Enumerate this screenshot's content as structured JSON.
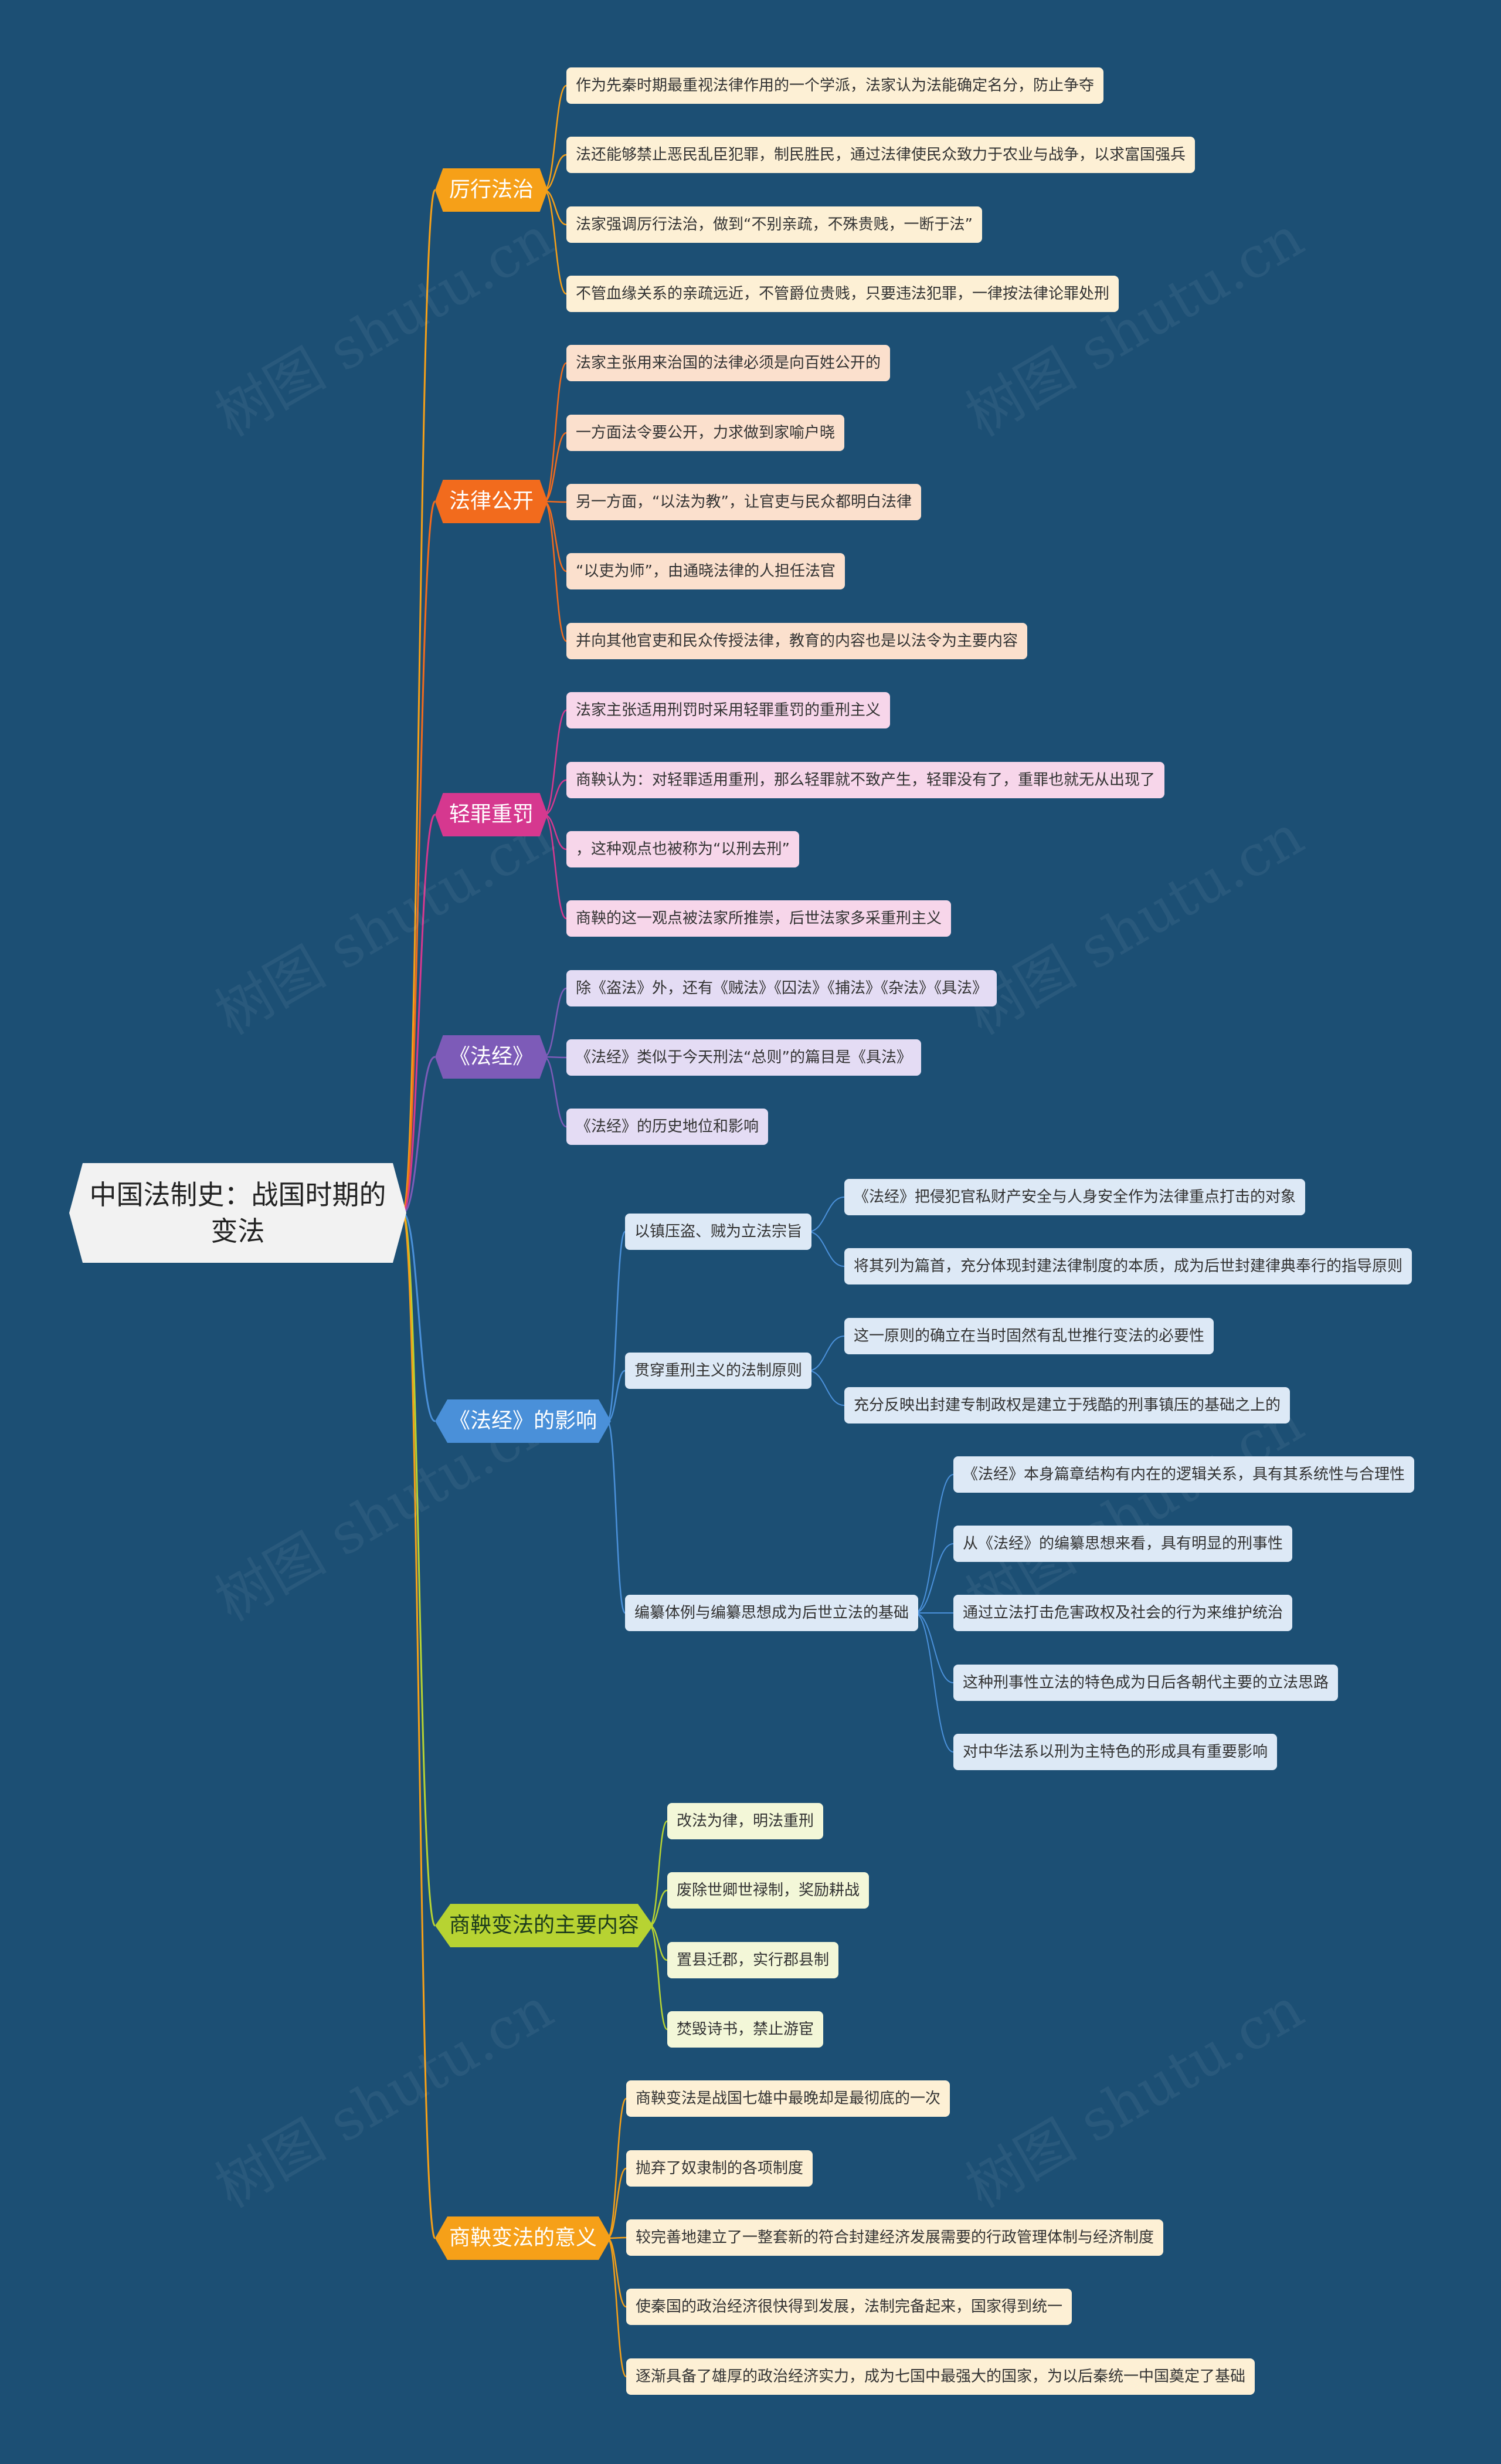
{
  "root": {
    "line1": "中国法制史：战国时期的",
    "line2": "变法"
  },
  "colors": {
    "b1": "#f6a018",
    "b2": "#f26b1d",
    "b3": "#d6388f",
    "b4": "#7d5bb8",
    "b5": "#4a90d9",
    "b6": "#b7d332",
    "b7": "#f6a018",
    "l1": "#fdf0d5",
    "l2": "#fbe0cd",
    "l3": "#f7d6ea",
    "l4": "#e4dcf4",
    "l5": "#dde9f6",
    "l6": "#f3f7d8"
  },
  "branches": {
    "b1": {
      "label": "厉行法治",
      "items": [
        "作为先秦时期最重视法律作用的一个学派，法家认为法能确定名分，防止争夺",
        "法还能够禁止恶民乱臣犯罪，制民胜民，通过法律使民众致力于农业与战争，以求富国强兵",
        "法家强调厉行法治，做到“不别亲疏，不殊贵贱，一断于法”",
        "不管血缘关系的亲疏远近，不管爵位贵贱，只要违法犯罪，一律按法律论罪处刑"
      ]
    },
    "b2": {
      "label": "法律公开",
      "items": [
        "法家主张用来治国的法律必须是向百姓公开的",
        "一方面法令要公开，力求做到家喻户晓",
        "另一方面，“以法为教”，让官吏与民众都明白法律",
        "“以吏为师”，由通晓法律的人担任法官",
        "并向其他官吏和民众传授法律，教育的内容也是以法令为主要内容"
      ]
    },
    "b3": {
      "label": "轻罪重罚",
      "items": [
        "法家主张适用刑罚时采用轻罪重罚的重刑主义",
        "商鞅认为：对轻罪适用重刑，那么轻罪就不致产生，轻罪没有了，重罪也就无从出现了",
        "，这种观点也被称为“以刑去刑”",
        "商鞅的这一观点被法家所推崇，后世法家多采重刑主义"
      ]
    },
    "b4": {
      "label": "《法经》",
      "items": [
        "除《盗法》外，还有《贼法》《囚法》《捕法》《杂法》《具法》",
        "《法经》类似于今天刑法“总则”的篇目是《具法》",
        "《法经》的历史地位和影响"
      ]
    },
    "b5": {
      "label": "《法经》的影响",
      "subs": [
        {
          "label": "以镇压盗、贼为立法宗旨",
          "items": [
            "《法经》把侵犯官私财产安全与人身安全作为法律重点打击的对象",
            "将其列为篇首，充分体现封建法律制度的本质，成为后世封建律典奉行的指导原则"
          ]
        },
        {
          "label": "贯穿重刑主义的法制原则",
          "items": [
            "这一原则的确立在当时固然有乱世推行变法的必要性",
            "充分反映出封建专制政权是建立于残酷的刑事镇压的基础之上的"
          ]
        },
        {
          "label": "编纂体例与编纂思想成为后世立法的基础",
          "items": [
            "《法经》本身篇章结构有内在的逻辑关系，具有其系统性与合理性",
            "从《法经》的编纂思想来看，具有明显的刑事性",
            "通过立法打击危害政权及社会的行为来维护统治",
            "这种刑事性立法的特色成为日后各朝代主要的立法思路",
            "对中华法系以刑为主特色的形成具有重要影响"
          ]
        }
      ]
    },
    "b6": {
      "label": "商鞅变法的主要内容",
      "items": [
        "改法为律，明法重刑",
        "废除世卿世禄制，奖励耕战",
        "置县迁郡，实行郡县制",
        "焚毁诗书，禁止游宦"
      ]
    },
    "b7": {
      "label": "商鞅变法的意义",
      "items": [
        "商鞅变法是战国七雄中最晚却是最彻底的一次",
        "抛弃了奴隶制的各项制度",
        "较完善地建立了一整套新的符合封建经济发展需要的行政管理体制与经济制度",
        "使秦国的政治经济很快得到发展，法制完备起来，国家得到统一",
        "逐渐具备了雄厚的政治经济实力，成为七国中最强大的国家，为以后秦统一中国奠定了基础"
      ]
    }
  },
  "watermark": "树图 shutu.cn"
}
